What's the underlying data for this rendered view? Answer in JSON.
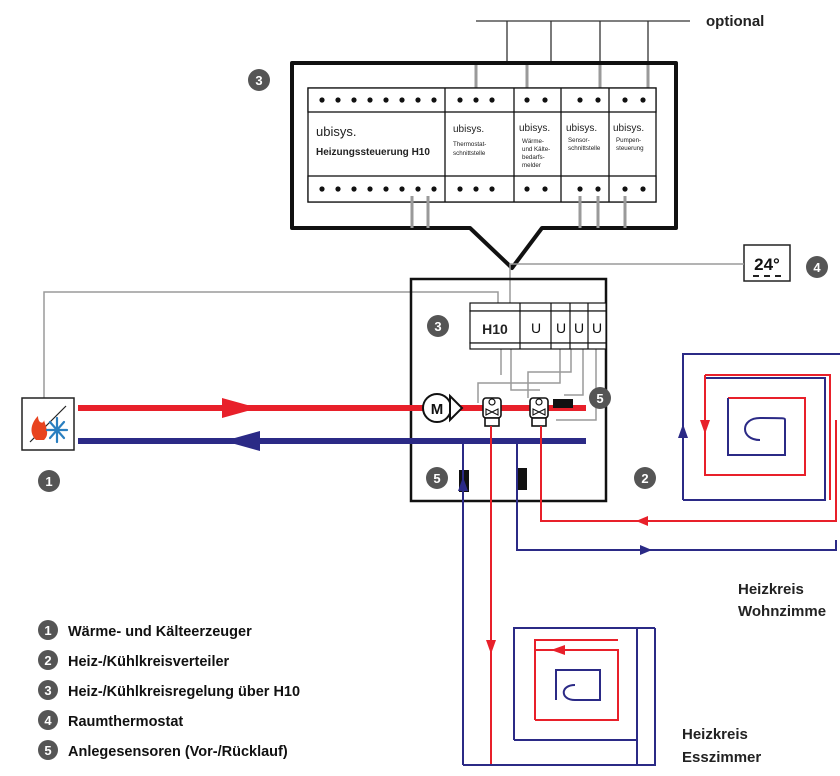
{
  "labels": {
    "optional": "optional",
    "h10": "H10",
    "u1": "U",
    "u2": "U",
    "u3": "U",
    "u4": "U",
    "motor": "M",
    "thermostat_display": "24°",
    "circuit_living_1": "Heizkreis",
    "circuit_living_2": "Wohnzimme",
    "circuit_dining_1": "Heizkreis",
    "circuit_dining_2": "Esszimmer"
  },
  "modules": {
    "m1_brand": "ubisys.",
    "m1_name": "Heizungssteuerung H10",
    "m2_brand": "ubisys.",
    "m2_name_1": "Thermostat-",
    "m2_name_2": "schnittstelle",
    "m3_brand": "ubisys.",
    "m3_name_1": "Wärme-",
    "m3_name_2": "und Kälte-",
    "m3_name_3": "bedarfs-",
    "m3_name_4": "melder",
    "m4_brand": "ubisys.",
    "m4_name_1": "Sensor-",
    "m4_name_2": "schnittstelle",
    "m5_brand": "ubisys.",
    "m5_name_1": "Pumpen-",
    "m5_name_2": "steuerung"
  },
  "badges": {
    "b3_top": "3",
    "b4": "4",
    "b3_mid": "3",
    "b5_right": "5",
    "b5_left": "5",
    "b2": "2",
    "b1": "1"
  },
  "legend": [
    {
      "num": "1",
      "text": "Wärme- und Kälteerzeuger"
    },
    {
      "num": "2",
      "text": "Heiz-/Kühlkreisverteiler"
    },
    {
      "num": "3",
      "text": "Heiz-/Kühlkreisregelung über H10"
    },
    {
      "num": "4",
      "text": "Raumthermostat"
    },
    {
      "num": "5",
      "text": "Anlegesensoren (Vor-/Rücklauf)"
    }
  ],
  "colors": {
    "supply_red": "#e8202a",
    "return_blue": "#2b2a86",
    "badge_gray": "#555555",
    "wire_gray": "#9a9a9a"
  },
  "icons": {
    "generator": "flame-snowflake-icon",
    "motor": "pump-motor-icon",
    "valve": "valve-actuator-icon",
    "sensor": "contact-sensor-icon"
  }
}
